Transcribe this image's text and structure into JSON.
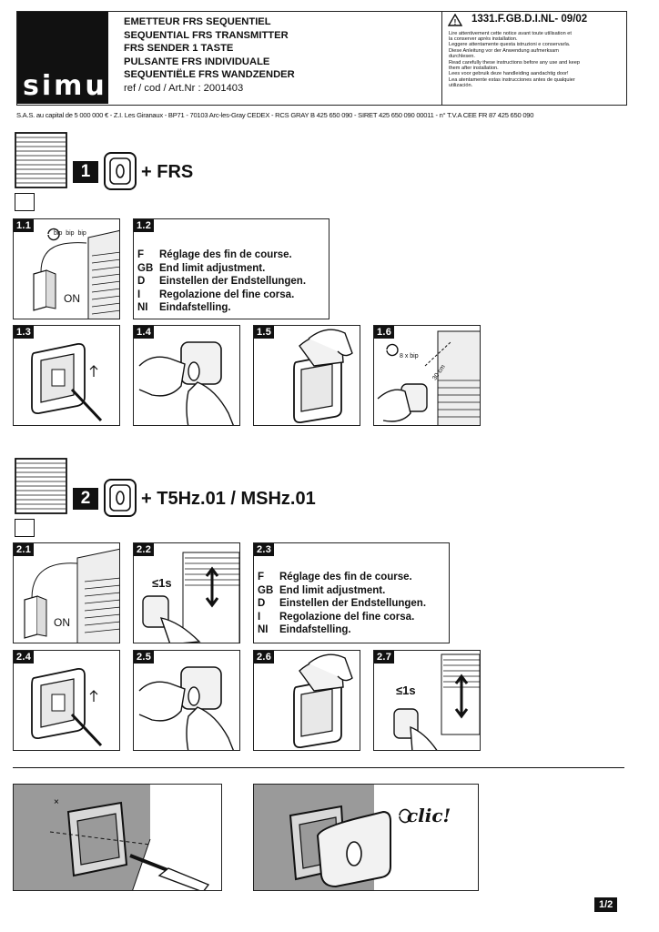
{
  "header": {
    "logo_text": "simu",
    "title_lines": [
      "EMETTEUR FRS SEQUENTIEL",
      "SEQUENTIAL FRS TRANSMITTER",
      "FRS SENDER 1 TASTE",
      "PULSANTE FRS INDIVIDUALE",
      "SEQUENTIËLE FRS WANDZENDER"
    ],
    "ref_line": "ref / cod / Art.Nr : 2001403",
    "doc_code": "1331.F.GB.D.I.NL- 09/02",
    "warning_lines": [
      "Lire attentivement cette notice avant toute utilisation et",
      "la conserver après installation.",
      "Leggere attentamente questa istruzioni e conservarla.",
      "Diese Anleitung vor der Anwendung aufmerksam",
      "durchlesen.",
      "Read carefully these instructions before any use and keep",
      "them after installation.",
      "Lees voor gebruik deze handleiding aandachtig door!",
      "Lea atentamente estas instrucciones antes de qualquier",
      "utilización."
    ],
    "company_line": "S.A.S. au capital de 5 000 000 € - Z.I. Les Giranaux - BP71 - 70103 Arc-les-Gray CEDEX - RCS GRAY B 425 650 090 - SIRET 425 650 090 00011 - n° T.V.A CEE FR 87 425 650 090"
  },
  "section1": {
    "number": "1",
    "title": "+ FRS",
    "panels": [
      {
        "label": "1.1",
        "on_text": "ON",
        "bip_text": "bip  bip  bip"
      },
      {
        "label": "1.2"
      },
      {
        "label": "1.3"
      },
      {
        "label": "1.4"
      },
      {
        "label": "1.5"
      },
      {
        "label": "1.6",
        "bip_text": "8 x bip",
        "dist_text": "30 cm"
      }
    ]
  },
  "section2": {
    "number": "2",
    "title": "+ T5Hz.01 / MSHz.01",
    "panels": [
      {
        "label": "2.1",
        "on_text": "ON"
      },
      {
        "label": "2.2",
        "time_text": "≤1s"
      },
      {
        "label": "2.3"
      },
      {
        "label": "2.4"
      },
      {
        "label": "2.5"
      },
      {
        "label": "2.6"
      },
      {
        "label": "2.7",
        "time_text": "≤1s"
      }
    ]
  },
  "end_limit": [
    {
      "code": "F",
      "text": "Réglage des fin de course."
    },
    {
      "code": "GB",
      "text": "End limit adjustment."
    },
    {
      "code": "D",
      "text": "Einstellen der Endstellungen."
    },
    {
      "code": "I",
      "text": "Regolazione del fine corsa."
    },
    {
      "code": "NI",
      "text": "Eindafstelling."
    }
  ],
  "mount": {
    "clic_text": "clic!"
  },
  "page_number": "1/2"
}
